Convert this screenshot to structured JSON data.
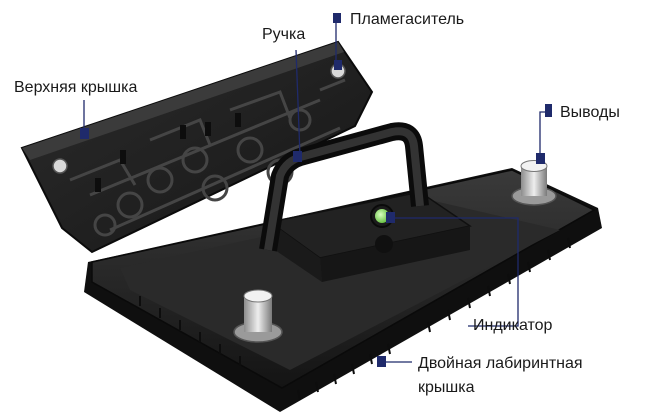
{
  "labels": {
    "top_cover": "Верхняя крышка",
    "handle": "Ручка",
    "flame_arrester": "Пламегаситель",
    "terminals": "Выводы",
    "indicator": "Индикатор",
    "double_labyrinth_cover": "Двойная лабиринтная крышка"
  },
  "icons": {
    "callout_marker": "navy-square-marker",
    "indicator_eye": "green-indicator-eye"
  },
  "colors": {
    "marker": "#1f2a6b",
    "leader_line": "#1f2a6b",
    "battery_body": "#1c1c1c",
    "indicator_green": "#7ed957"
  }
}
